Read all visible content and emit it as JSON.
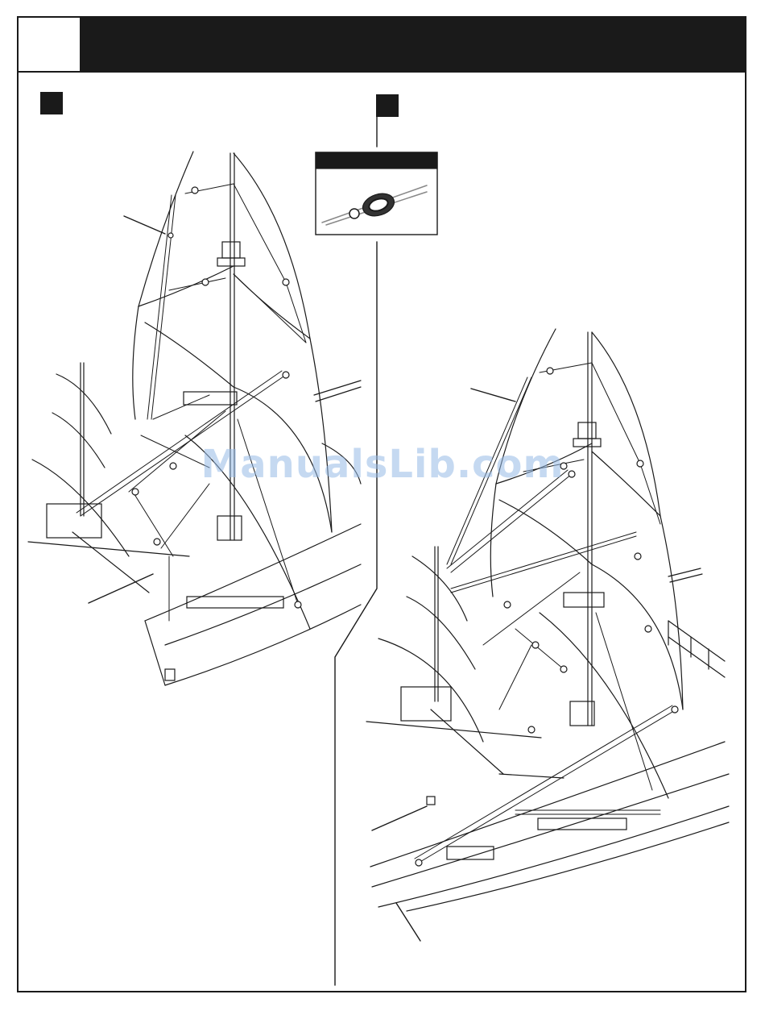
{
  "header": {
    "step_number": ""
  },
  "watermark": {
    "text": "ManualsLib.com"
  },
  "colors": {
    "ink": "#1a1a1a",
    "paper": "#ffffff",
    "watermark": "#96b9e6"
  },
  "figures": [
    {
      "id": "left-rigging-view",
      "label": ""
    },
    {
      "id": "right-rigging-view",
      "label": ""
    }
  ],
  "detail_inset": {
    "title": "",
    "icon": "deadeye-lanyard-icon"
  }
}
